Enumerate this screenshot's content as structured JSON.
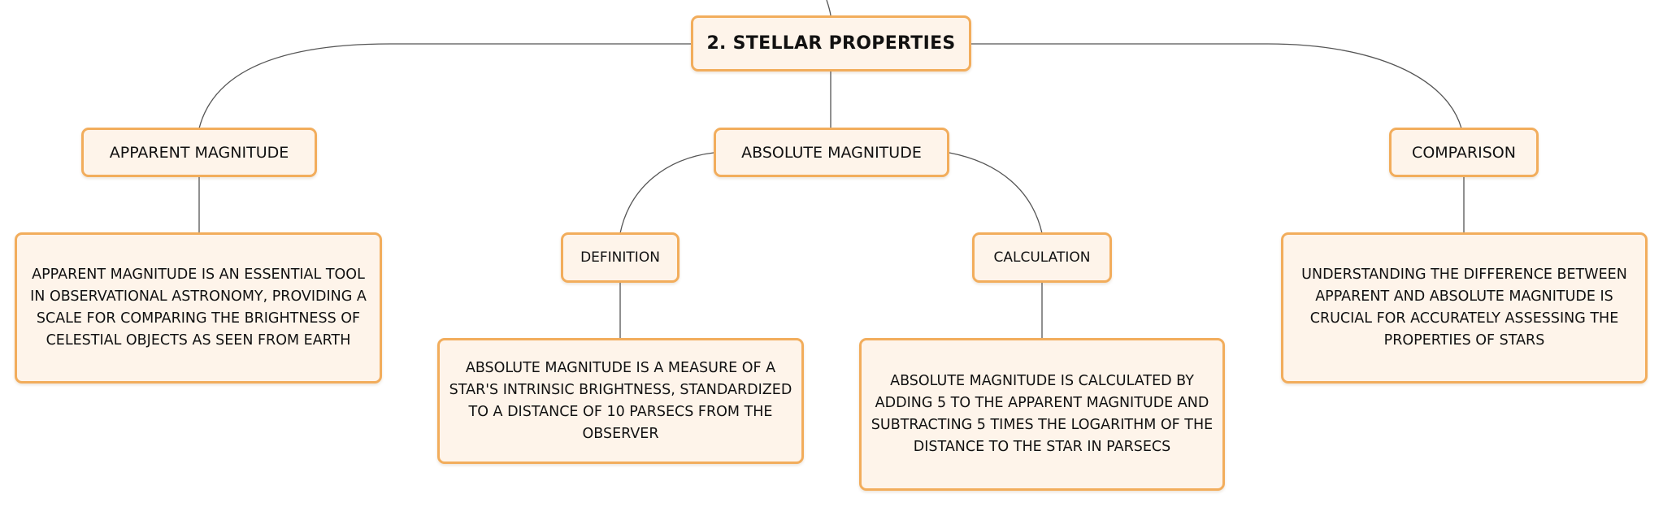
{
  "diagram": {
    "root": {
      "label": "2. STELLAR PROPERTIES"
    },
    "apparent": {
      "label": "APPARENT MAGNITUDE",
      "description": "APPARENT MAGNITUDE IS AN ESSENTIAL TOOL IN OBSERVATIONAL ASTRONOMY, PROVIDING A SCALE FOR COMPARING THE BRIGHTNESS OF CELESTIAL OBJECTS AS SEEN FROM EARTH"
    },
    "absolute": {
      "label": "ABSOLUTE MAGNITUDE",
      "definition": {
        "label": "DEFINITION",
        "description": "ABSOLUTE MAGNITUDE IS A MEASURE OF A STAR'S INTRINSIC BRIGHTNESS, STANDARDIZED TO A DISTANCE OF 10 PARSECS FROM THE OBSERVER"
      },
      "calculation": {
        "label": "CALCULATION",
        "description": "ABSOLUTE MAGNITUDE IS CALCULATED BY ADDING 5 TO THE APPARENT MAGNITUDE AND SUBTRACTING 5 TIMES THE LOGARITHM OF THE DISTANCE TO THE STAR IN PARSECS"
      }
    },
    "comparison": {
      "label": "COMPARISON",
      "description": "UNDERSTANDING THE DIFFERENCE BETWEEN APPARENT AND ABSOLUTE MAGNITUDE IS CRUCIAL FOR ACCURATELY ASSESSING THE PROPERTIES OF STARS"
    }
  },
  "colors": {
    "node_border": "#f2ad5c",
    "node_fill": "#fef4ea",
    "connector": "#555555"
  }
}
